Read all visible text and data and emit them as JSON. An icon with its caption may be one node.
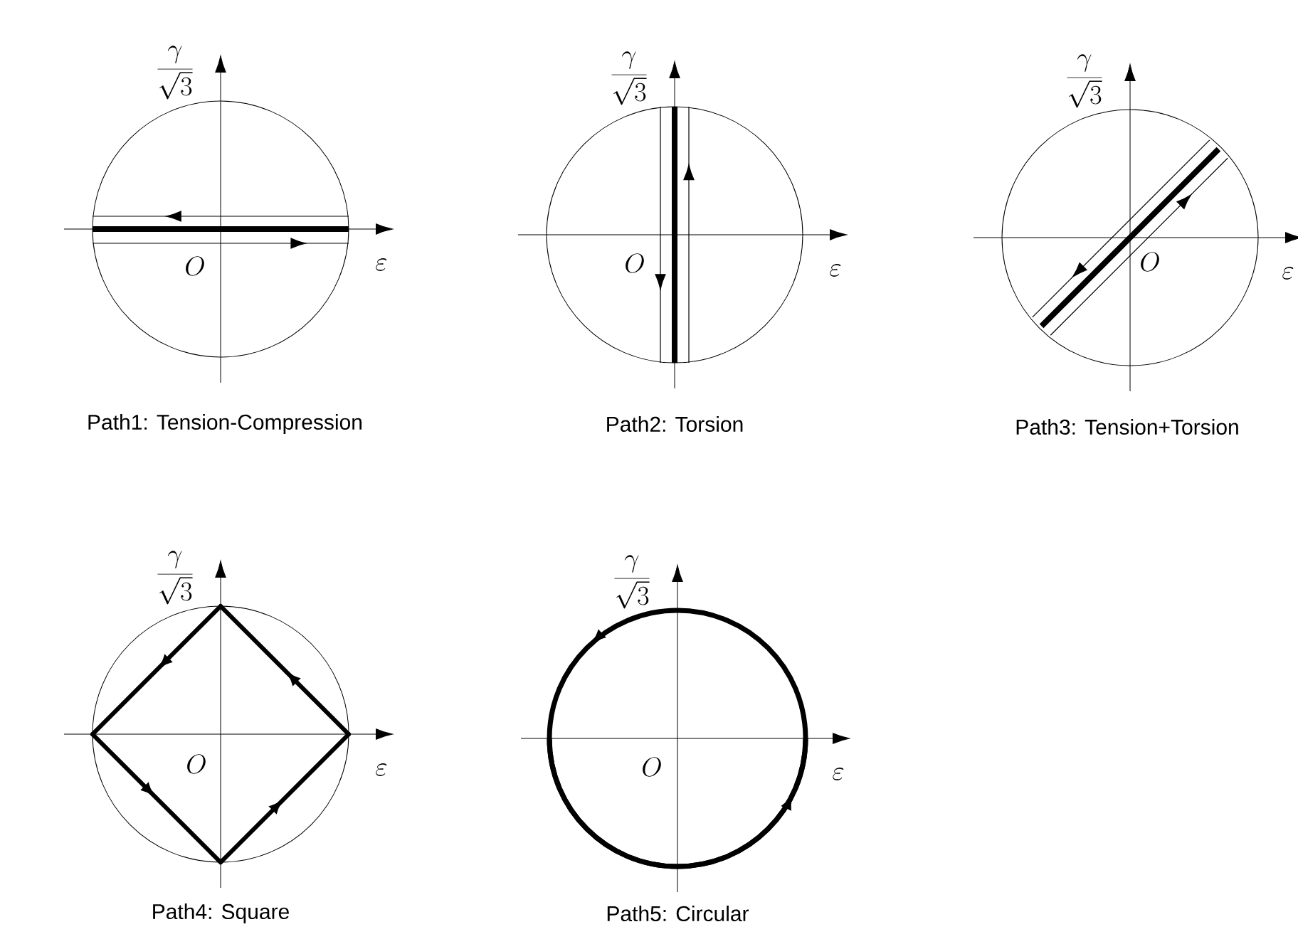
{
  "diagram": {
    "labels": [
      "\\frac{\\gamma}{\\sqrt{3}}",
      "O",
      "\\varepsilon",
      "Path1: Tension-Compression",
      "\\frac{\\gamma}{\\sqrt{3}}",
      "O",
      "\\varepsilon",
      "Path2: Torsion",
      "\\frac{\\gamma}{\\sqrt{3}}",
      "O",
      "\\varepsilon",
      "Path3: Tension+Torsion",
      "\\frac{\\gamma}{\\sqrt{3}}",
      "O",
      "\\varepsilon",
      "Path4: Square",
      "\\frac{\\gamma}{\\sqrt{3}}",
      "O",
      "\\varepsilon",
      "Path5: Circular"
    ]
  }
}
